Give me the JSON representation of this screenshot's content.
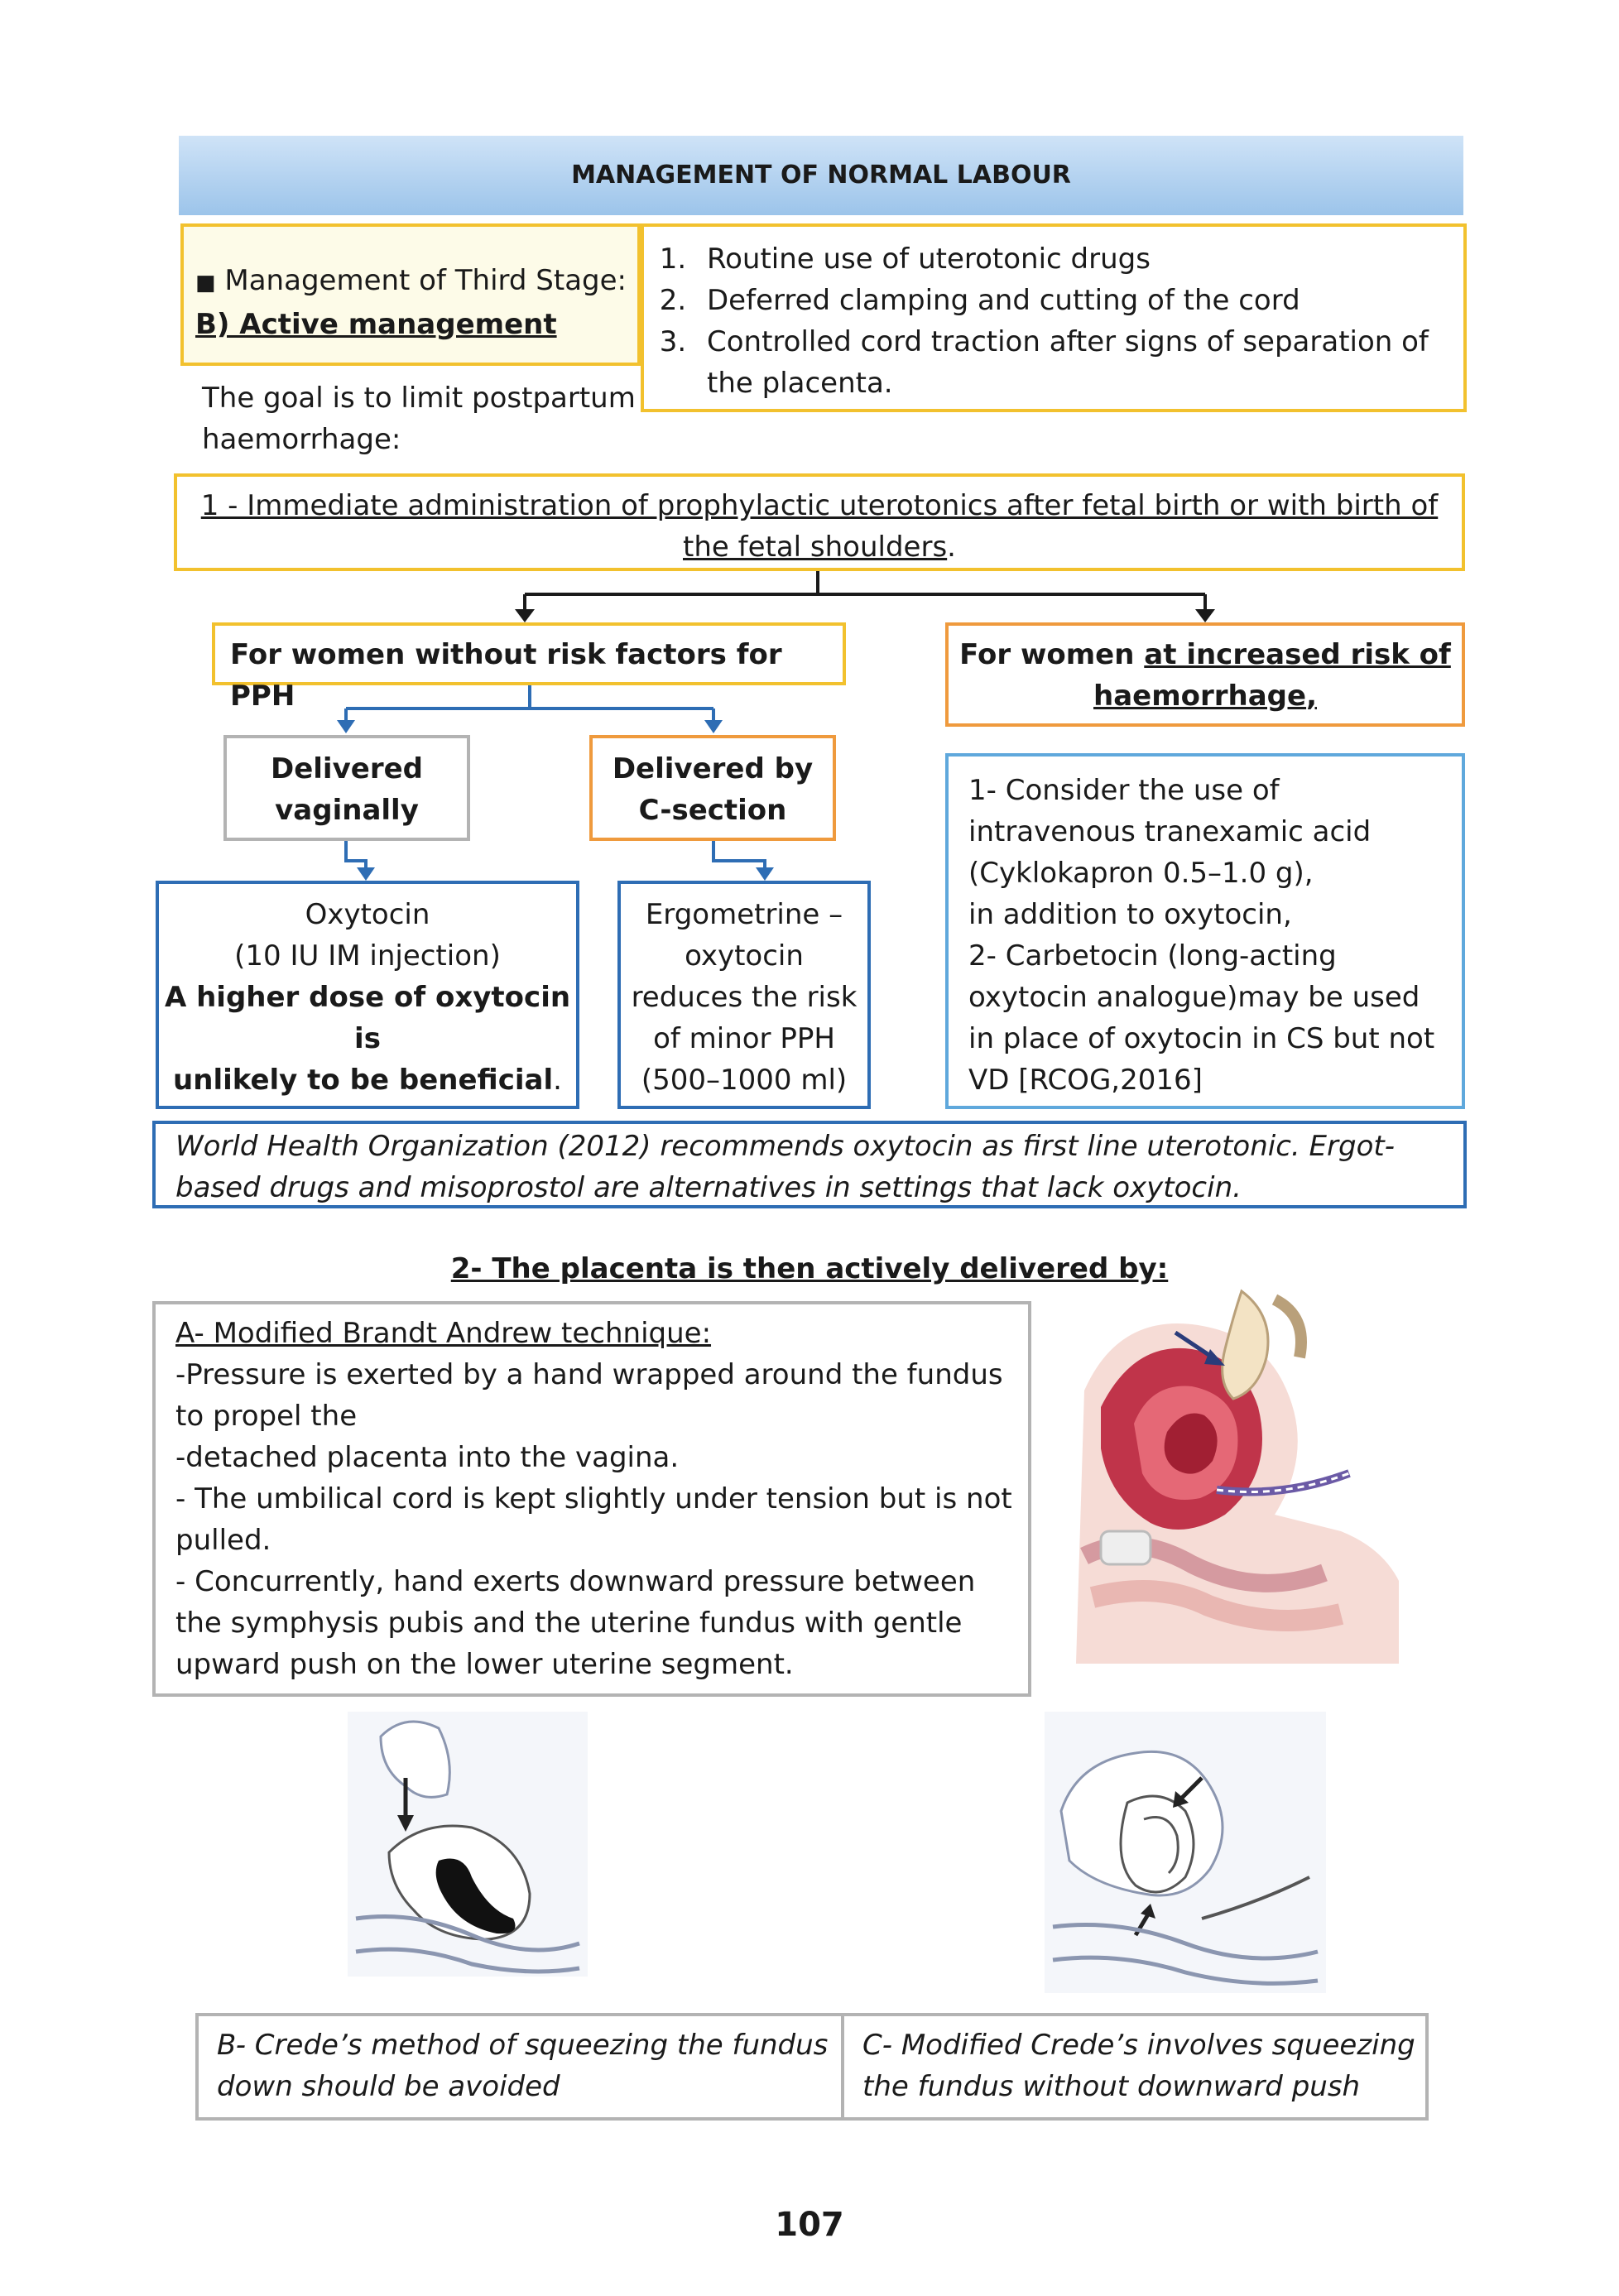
{
  "header": {
    "title": "MANAGEMENT OF NORMAL LABOUR"
  },
  "third_stage": {
    "bullet": "■",
    "label": "Management of Third Stage:",
    "subtitle": "B) Active management",
    "goal_line1": "The goal is to limit postpartum",
    "goal_line2": "haemorrhage:",
    "steps": [
      "Routine use of uterotonic drugs",
      "Deferred clamping and cutting of the cord",
      "Controlled cord traction after signs of separation of the placenta."
    ]
  },
  "step1": {
    "line1": "1 - Immediate administration of prophylactic uterotonics after fetal birth or with birth of",
    "line2": "the fetal shoulders",
    "line2_end": "."
  },
  "no_risk": {
    "title": "For women without risk factors for PPH"
  },
  "high_risk": {
    "prefix": "For women ",
    "emph1": "at increased risk of",
    "emph2": "haemorrhage",
    "suffix": ","
  },
  "vaginal": {
    "line1": "Delivered",
    "line2": "vaginally"
  },
  "csection": {
    "line1": "Delivered by",
    "line2": "C-section"
  },
  "oxytocin_box": {
    "line1": "Oxytocin",
    "line2": "(10 IU IM injection)",
    "line3": "A higher dose of oxytocin",
    "line4": "is",
    "line5": "unlikely to be beneficial",
    "line5_end": "."
  },
  "ergometrine_box": {
    "lines": [
      "Ergometrine –",
      "oxytocin",
      "reduces the risk",
      "of minor PPH",
      "(500–1000 ml)"
    ]
  },
  "risk_box": {
    "lines": [
      "1- Consider the use of",
      "intravenous tranexamic acid",
      "(Cyklokapron 0.5–1.0 g),",
      "in addition to oxytocin,",
      "2- Carbetocin (long-acting",
      "oxytocin analogue)may be used",
      "in place of oxytocin in CS but not",
      "VD [RCOG,2016]"
    ]
  },
  "who": {
    "line1": "World Health Organization (2012) recommends oxytocin as first line uterotonic. Ergot-",
    "line2": "based drugs and misoprostol are alternatives in settings that lack oxytocin."
  },
  "step2": {
    "title": "2- The placenta is then actively delivered by:"
  },
  "brandt": {
    "title": "A- Modified Brandt Andrew technique:",
    "lines": [
      "-Pressure is exerted by a hand wrapped around the fundus",
      "to propel the",
      "-detached placenta into the vagina.",
      "- The umbilical cord is kept slightly under tension but is not",
      "pulled.",
      "- Concurrently, hand exerts downward pressure between",
      "the symphysis pubis and the uterine fundus with gentle",
      "upward push on the lower uterine segment."
    ]
  },
  "crede": {
    "b_line1": "B- Crede’s method of squeezing the fundus",
    "b_line2": "down should be avoided",
    "c_line1": "C- Modified Crede’s involves squeezing",
    "c_line2": "the fundus without downward push"
  },
  "page_number": "107",
  "colors": {
    "header_top": "#cfe3f7",
    "header_bottom": "#9cc4ea",
    "yellow": "#f2c12e",
    "orange": "#ef9a3d",
    "grey": "#b3b3b3",
    "blue": "#2e6db4",
    "light_blue": "#5fa8dc"
  }
}
